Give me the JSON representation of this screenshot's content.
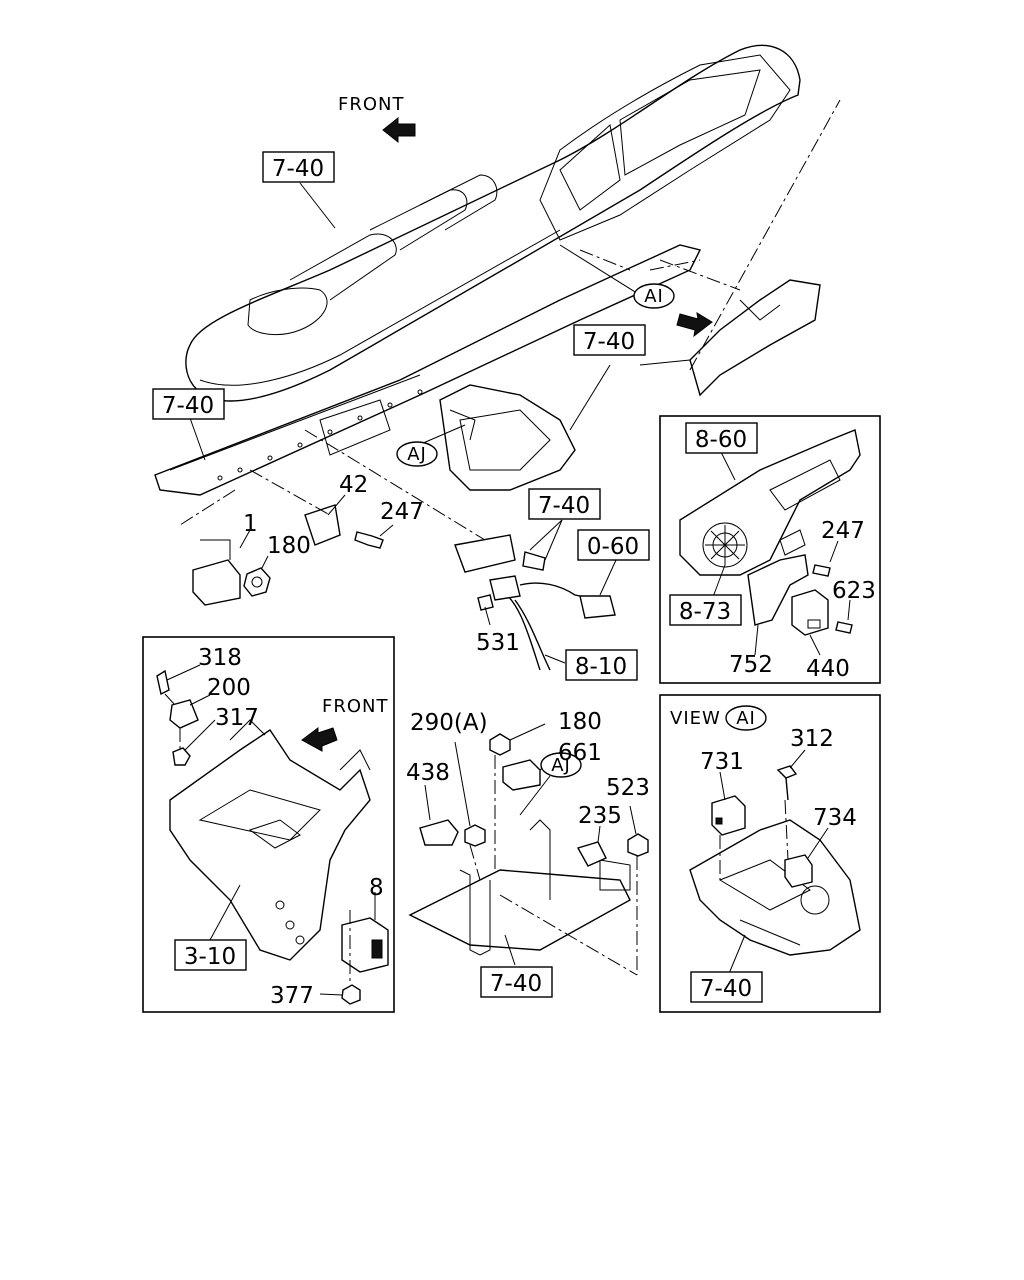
{
  "direction_labels": {
    "front_main": "FRONT",
    "front_inset": "FRONT",
    "view_prefix": "VIEW"
  },
  "view_markers": {
    "ai_main": "AI",
    "aj_main": "AJ",
    "ai_view": "AI",
    "aj_inset": "AJ"
  },
  "reference_boxes": {
    "dash_top": "7-40",
    "dash_right": "7-40",
    "dash_left": "7-40",
    "bracket_mid": "7-40",
    "harness_0_60": "0-60",
    "harness_8_10": "8-10",
    "right_8_60": "8-60",
    "right_8_73": "8-73",
    "left_3_10": "3-10",
    "center_7_40": "7-40",
    "view_7_40": "7-40"
  },
  "part_numbers": {
    "p42": "42",
    "p1": "1",
    "p180_main": "180",
    "p247_main": "247",
    "p531": "531",
    "p247_right": "247",
    "p623": "623",
    "p752": "752",
    "p440": "440",
    "p318": "318",
    "p200": "200",
    "p317": "317",
    "p8": "8",
    "p377": "377",
    "p290a": "290(A)",
    "p180_center": "180",
    "p661": "661",
    "p438": "438",
    "p235": "235",
    "p523": "523",
    "p312": "312",
    "p731": "731",
    "p734": "734"
  }
}
